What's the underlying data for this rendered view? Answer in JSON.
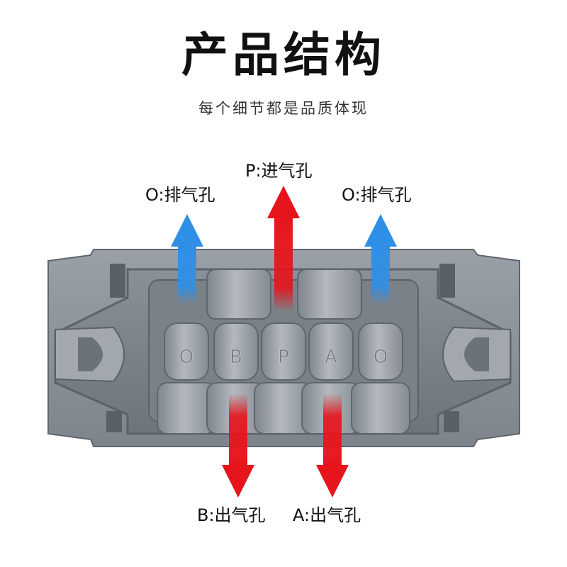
{
  "header": {
    "title": "产品结构",
    "subtitle": "每个细节都是品质体现"
  },
  "ports": {
    "exhaust_left": "O:排气孔",
    "inlet": "P:进气孔",
    "exhaust_right": "O:排气孔",
    "outlet_b": "B:出气孔",
    "outlet_a": "A:出气孔"
  },
  "body_markings": [
    "O",
    "B",
    "P",
    "A",
    "O"
  ],
  "colors": {
    "inlet_arrow": "#e5151b",
    "outlet_arrow": "#e5151b",
    "exhaust_arrow": "#2f8fe6",
    "casting": "#8c9299"
  }
}
